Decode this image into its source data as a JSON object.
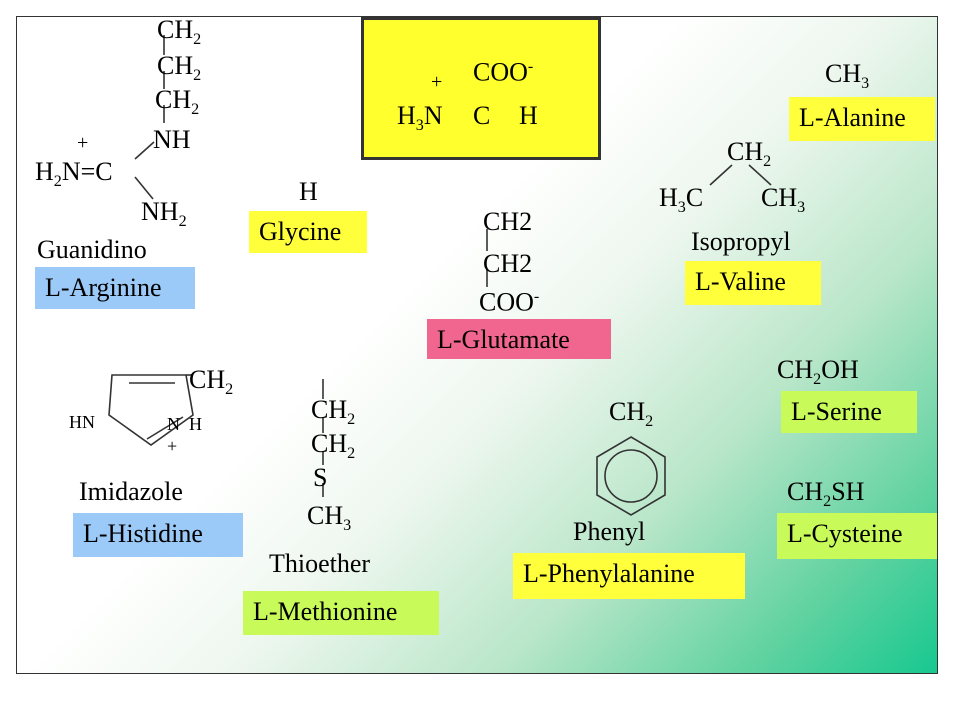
{
  "core": {
    "plus": "+",
    "coo": "COO",
    "coo_charge": "-",
    "h3n_prefix": "H",
    "h3n_sub": "3",
    "h3n_suffix": "N",
    "c": "C",
    "h": "H"
  },
  "arginine": {
    "ch2_a": "CH",
    "ch2_a_sub": "2",
    "ch2_b": "CH",
    "ch2_b_sub": "2",
    "ch2_c": "CH",
    "ch2_c_sub": "2",
    "nh": "NH",
    "plus": "+",
    "h2n_prefix": "H",
    "h2n_sub": "2",
    "h2n_suffix": "N=C",
    "nh2": "NH",
    "nh2_sub": "2",
    "group": "Guanidino",
    "name": "L-Arginine"
  },
  "glycine": {
    "h": "H",
    "name": "Glycine"
  },
  "glutamate": {
    "ch2_a": "CH2",
    "ch2_b": "CH2",
    "coo": "COO",
    "coo_charge": "-",
    "name": "L-Glutamate"
  },
  "alanine": {
    "ch3": "CH",
    "ch3_sub": "3",
    "name": "L-Alanine"
  },
  "valine": {
    "ch2": "CH",
    "ch2_sub": "2",
    "h3c_prefix": "H",
    "h3c_sub": "3",
    "h3c_suffix": "C",
    "ch3": "CH",
    "ch3_sub": "3",
    "group": "Isopropyl",
    "name": "L-Valine"
  },
  "serine": {
    "ch2oh_prefix": "CH",
    "ch2oh_sub": "2",
    "ch2oh_suffix": "OH",
    "name": "L-Serine"
  },
  "cysteine": {
    "ch2sh_prefix": "CH",
    "ch2sh_sub": "2",
    "ch2sh_suffix": "SH",
    "name": "L-Cysteine"
  },
  "histidine": {
    "ch2": "CH",
    "ch2_sub": "2",
    "hn": "HN",
    "n": "N",
    "h": "H",
    "plus": "+",
    "group": "Imidazole",
    "name": "L-Histidine"
  },
  "methionine": {
    "ch2_a": "CH",
    "ch2_a_sub": "2",
    "ch2_b": "CH",
    "ch2_b_sub": "2",
    "s": "S",
    "ch3": "CH",
    "ch3_sub": "3",
    "group": "Thioether",
    "name": "L-Methionine"
  },
  "phenylalanine": {
    "ch2": "CH",
    "ch2_sub": "2",
    "group": "Phenyl",
    "name": "L-Phenylalanine"
  }
}
